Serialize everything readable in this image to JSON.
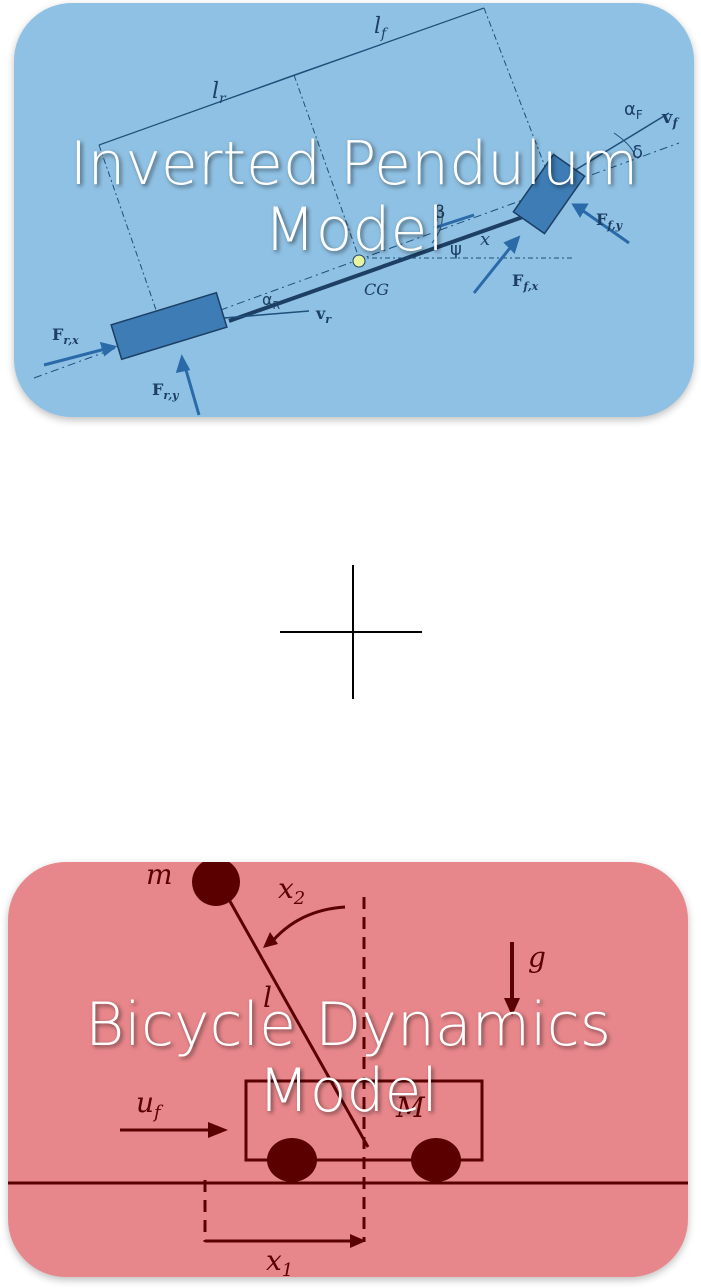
{
  "top_card": {
    "title_line1": "Inverted Pendulum",
    "title_line2": "Model",
    "background_color": "#8fc1e4",
    "labels": {
      "lf": "l",
      "lf_sub": "f",
      "lr": "l",
      "lr_sub": "r",
      "alpha_f": "α",
      "alpha_f_sub": "F",
      "v_f": "v",
      "v_f_sub": "f",
      "delta": "δ",
      "beta": "β",
      "psi": "ψ",
      "x": "x",
      "F_fy": "F",
      "F_fy_sub": "f,y",
      "F_fx": "F",
      "F_fx_sub": "f,x",
      "alpha_r": "α",
      "alpha_r_sub": "R",
      "v_r": "v",
      "v_r_sub": "r",
      "cg": "CG",
      "F_rx": "F",
      "F_rx_sub": "r,x",
      "F_ry": "F",
      "F_ry_sub": "r,y"
    }
  },
  "bottom_card": {
    "title_line1": "Bicycle Dynamics",
    "title_line2": "Model",
    "background_color": "#e8878b",
    "labels": {
      "m": "m",
      "x2": "x",
      "x2_sub": "2",
      "g": "g",
      "l": "l",
      "M": "M",
      "uf": "u",
      "uf_sub": "f",
      "x1": "x",
      "x1_sub": "1"
    }
  },
  "plus_icon": "plus-icon"
}
